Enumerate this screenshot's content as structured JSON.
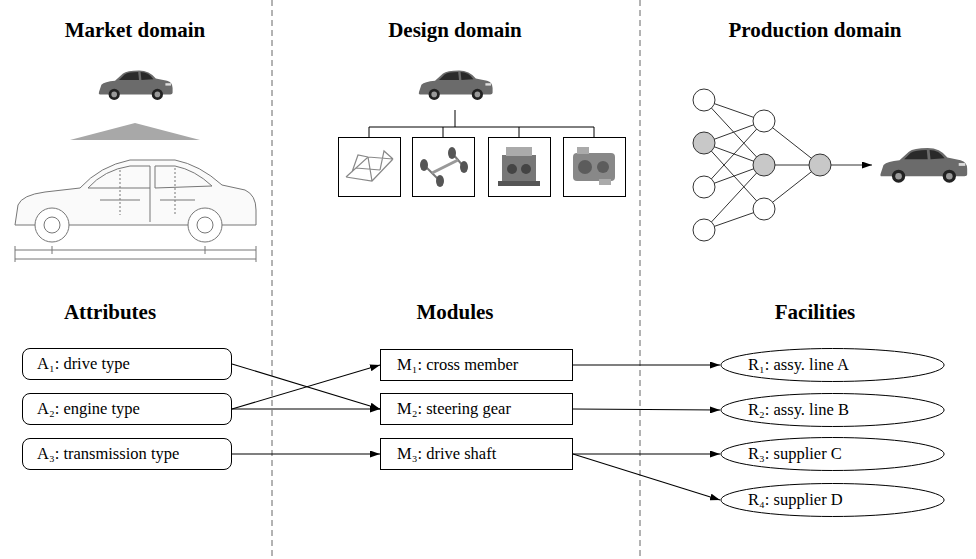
{
  "diagram": {
    "nodes": [
      {
        "text": [
          "A₁: drive type"
        ]
      },
      {
        "text": [
          "A₂: engine type"
        ]
      },
      {
        "text": [
          "A₃: transmission type"
        ]
      },
      {
        "text": [
          "M₁: cross member"
        ]
      },
      {
        "text": [
          "M₂: steering gear"
        ]
      },
      {
        "text": [
          "M₃: drive shaft"
        ]
      },
      {
        "text": [
          "R₁: assy. line A"
        ]
      },
      {
        "text": [
          "R₂: assy. line B"
        ]
      },
      {
        "text": [
          "R₃: supplier C"
        ]
      },
      {
        "text": [
          "R₄: supplier D"
        ]
      }
    ],
    "edges": [
      {
        "from": 0,
        "to": 4,
        "arrow": "to"
      },
      {
        "from": 1,
        "to": 3,
        "arrow": "to"
      },
      {
        "from": 1,
        "to": 4,
        "arrow": "to"
      },
      {
        "from": 2,
        "to": 5,
        "arrow": "to"
      },
      {
        "from": 3,
        "to": 6,
        "arrow": "to"
      },
      {
        "from": 4,
        "to": 7,
        "arrow": "to"
      },
      {
        "from": 5,
        "to": 8,
        "arrow": "to"
      },
      {
        "from": 5,
        "to": 9,
        "arrow": "to"
      }
    ],
    "labels": [
      "Market domain",
      "Design domain",
      "Production domain",
      "Attributes",
      "Modules",
      "Facilities"
    ]
  }
}
